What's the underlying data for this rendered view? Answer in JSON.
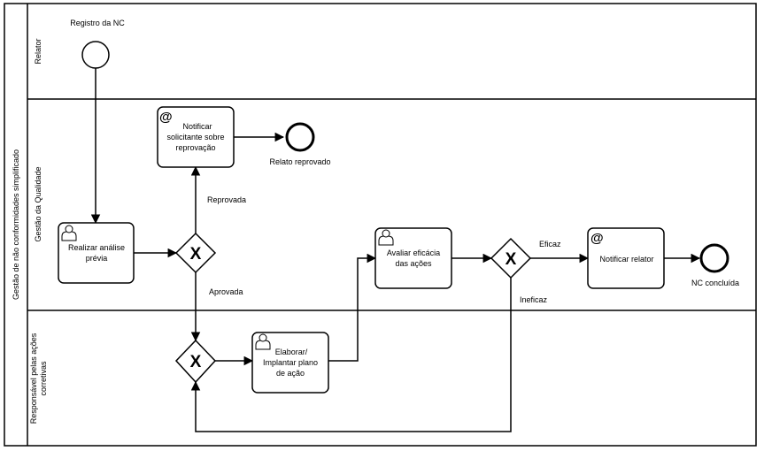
{
  "pool": {
    "label": "Gestão de não conformidades simplificado"
  },
  "lanes": {
    "relator": {
      "label": "Relator"
    },
    "qualidade": {
      "label": "Gestão da Qualidade"
    },
    "responsavel": {
      "line1": "Responsável pelas ações",
      "line2": "corretivas"
    }
  },
  "events": {
    "start": {
      "label": "Registro da NC"
    },
    "end_reprovado": {
      "label": "Relato reprovado"
    },
    "end_concluida": {
      "label": "NC concluída"
    }
  },
  "tasks": {
    "analise": {
      "line1": "Realizar análise",
      "line2": "prévia",
      "icon": "user-icon"
    },
    "notificar_solicitante": {
      "line1": "Notificar",
      "line2": "solicitante sobre",
      "line3": "reprovação",
      "icon": "email-icon",
      "glyph": "@"
    },
    "elaborar": {
      "line1": "Elaborar/",
      "line2": "Implantar plano",
      "line3": "de ação",
      "icon": "user-icon"
    },
    "avaliar": {
      "line1": "Avaliar eficácia",
      "line2": "das ações",
      "icon": "user-icon"
    },
    "notificar_relator": {
      "line1": "Notificar relator",
      "icon": "email-icon",
      "glyph": "@"
    }
  },
  "gateways": {
    "symbol": "X"
  },
  "flows": {
    "reprovada": "Reprovada",
    "aprovada": "Aprovada",
    "eficaz": "Eficaz",
    "ineficaz": "Ineficaz"
  }
}
